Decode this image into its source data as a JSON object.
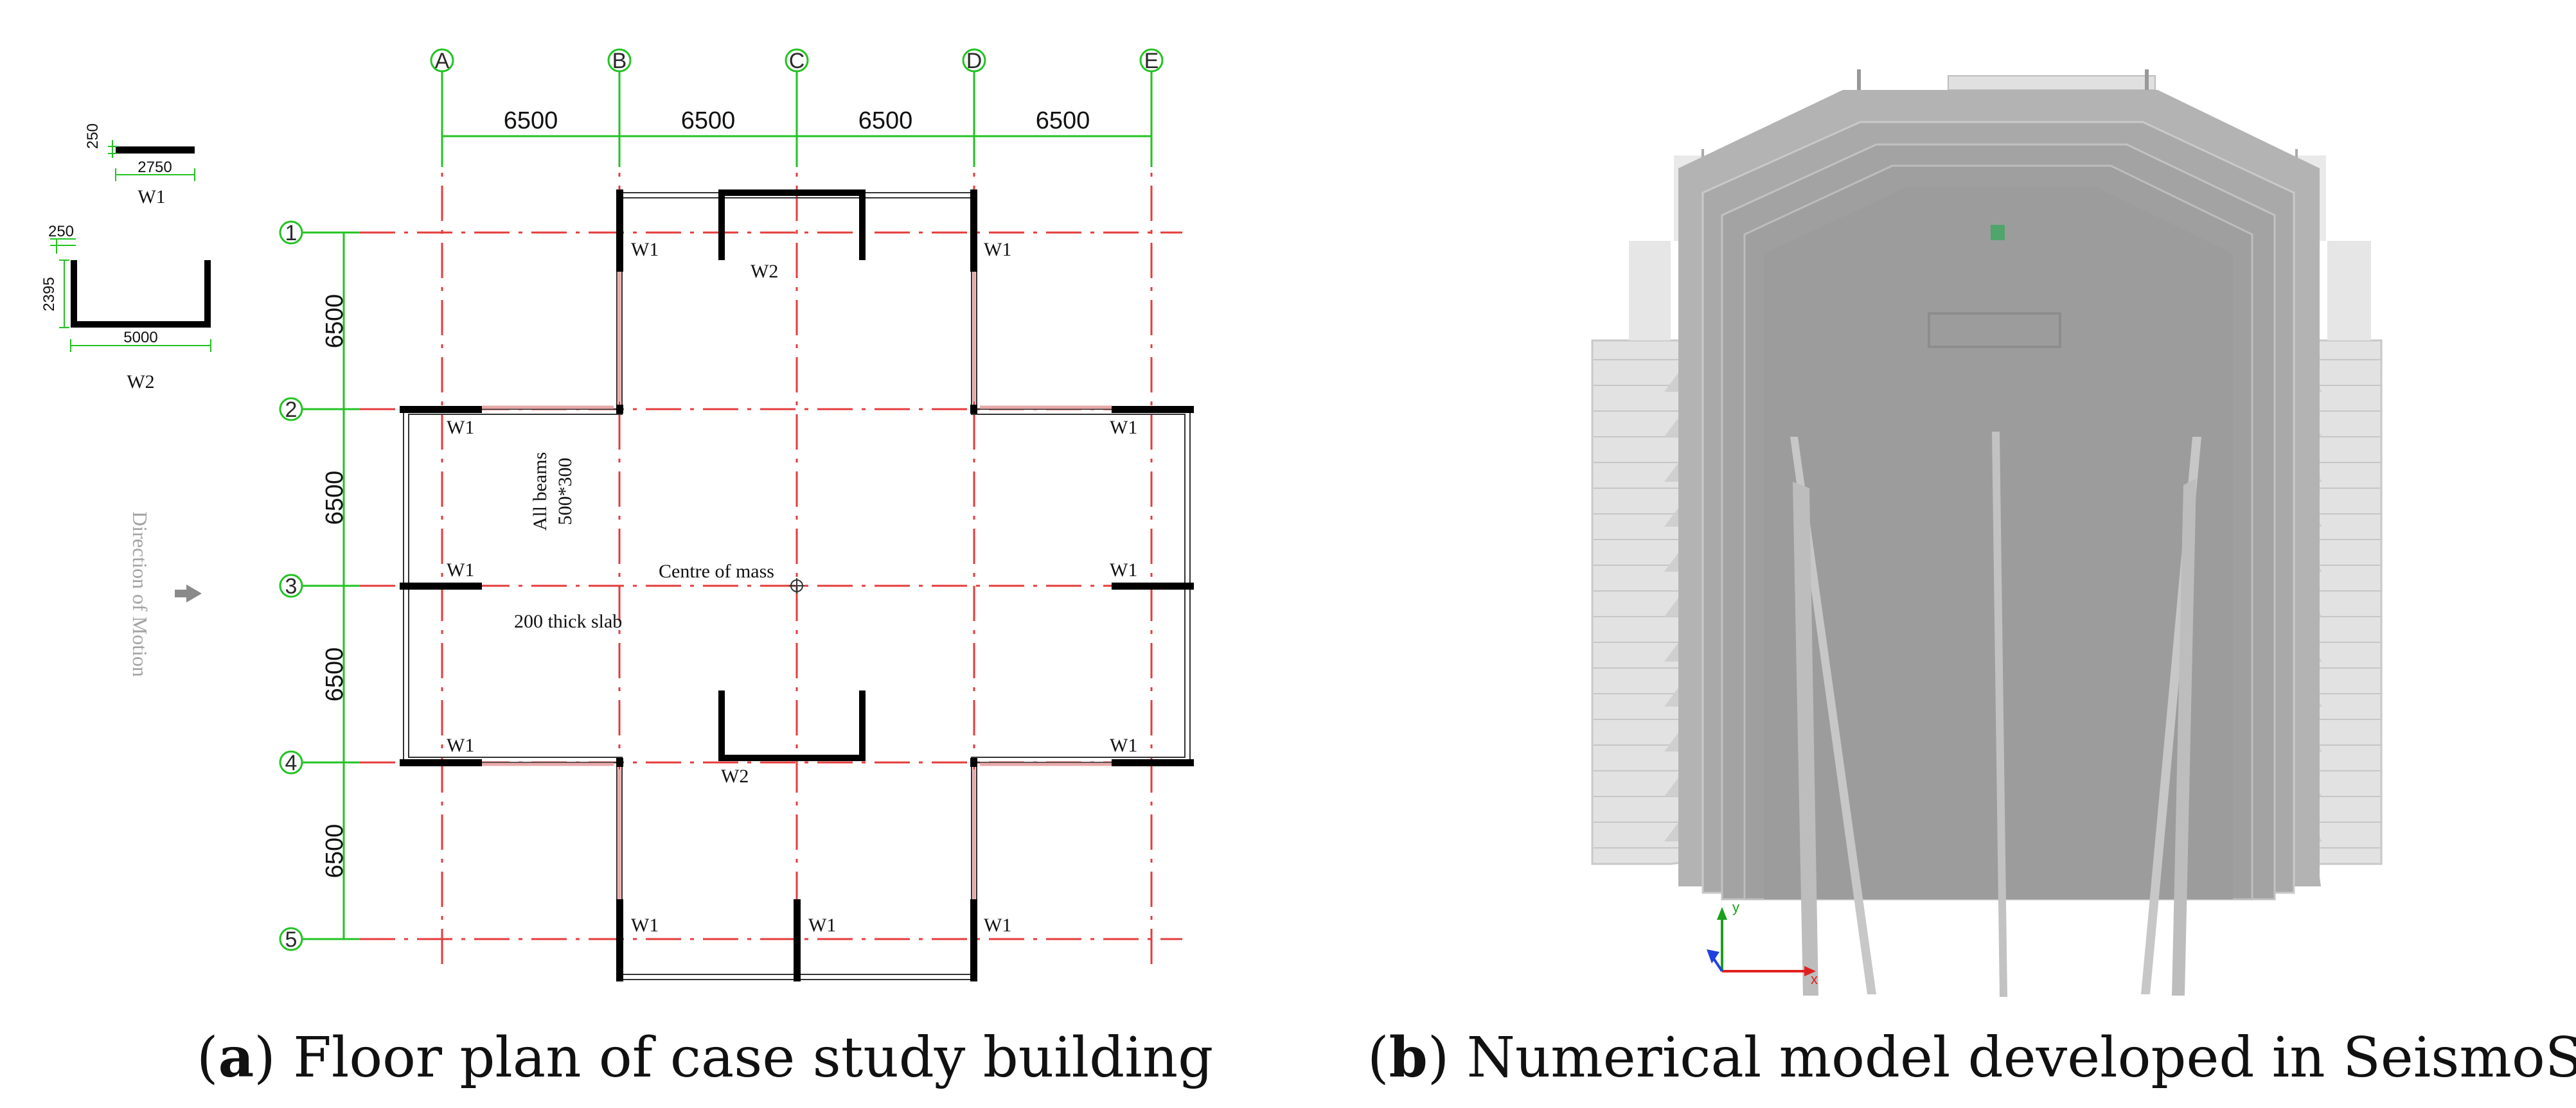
{
  "floor_plan": {
    "caption_letter": "a",
    "caption_text": ") Floor plan of case study building",
    "grid_columns": [
      "A",
      "B",
      "C",
      "D",
      "E"
    ],
    "grid_rows": [
      "1",
      "2",
      "3",
      "4",
      "5"
    ],
    "spacing_label": "6500",
    "wall_w1": "W1",
    "wall_w2": "W2",
    "legend_w1": {
      "thickness": "250",
      "length": "2750",
      "name": "W1"
    },
    "legend_w2": {
      "thickness": "250",
      "depth": "2395",
      "length": "5000",
      "name": "W2"
    },
    "direction_label": "Direction of Motion",
    "beams_label_line1": "All beams",
    "beams_label_line2": "500*300",
    "centre_label": "Centre of mass",
    "slab_label": "200 thick slab",
    "colors": {
      "grid_red": "#e43b3b",
      "dim_green": "#22c322",
      "wall": "#000000",
      "beam_pink": "#e8a8a8"
    }
  },
  "model": {
    "caption_letter": "b",
    "caption_text": ") Numerical model developed in SeismoStruct",
    "axis_y": "y",
    "axis_x": "x",
    "colors": {
      "body": "#a7a7a7",
      "ext": "#dcdcdc",
      "x_axis": "#e02020",
      "y_axis": "#1aa01a",
      "z_axis": "#2040e0"
    }
  }
}
